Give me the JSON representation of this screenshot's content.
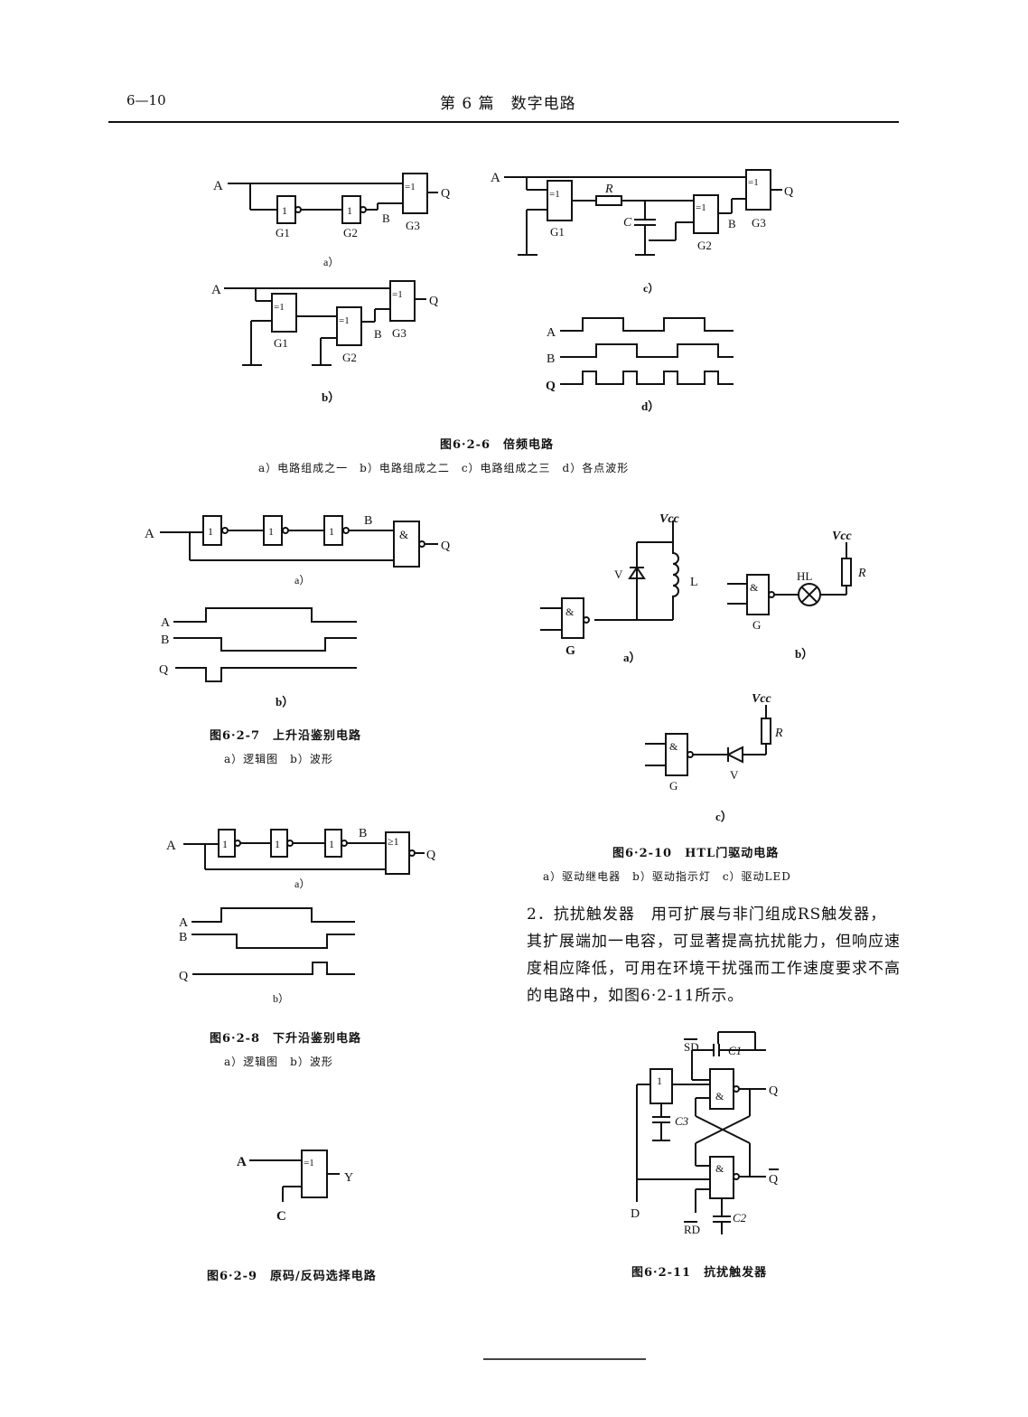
{
  "header": {
    "page_number": "6—10",
    "title": "第 6 篇　数字电路"
  },
  "fig_6_2_6": {
    "caption": "图6·2-6　倍频电路",
    "subcaption": "a）电路组成之一　b）电路组成之二　c）电路组成之三　d）各点波形",
    "panel_a": "a）",
    "panel_b": "b）",
    "panel_c": "c）",
    "panel_d": "d）"
  },
  "fig_6_2_7": {
    "caption": "图6·2-7　上升沿鉴别电路",
    "subcaption": "a）逻辑图　b）波形",
    "panel_a": "a）",
    "panel_b": "b）"
  },
  "fig_6_2_8": {
    "caption": "图6·2-8　下升沿鉴别电路",
    "subcaption": "a）逻辑图　b）波形",
    "panel_a": "a）",
    "panel_b": "b）"
  },
  "fig_6_2_9": {
    "caption": "图6·2-9　原码/反码选择电路"
  },
  "fig_6_2_10": {
    "caption": "图6·2-10　HTL门驱动电路",
    "subcaption": "a）驱动继电器　b）驱动指示灯　c）驱动LED",
    "panel_a": "a）",
    "panel_b": "b）",
    "panel_c": "c）"
  },
  "section": {
    "paragraph": "2．抗扰触发器　用可扩展与非门组成RS触发器，其扩展端加一电容，可显著提高抗扰能力，但响应速度相应降低，可用在环境干扰强而工作速度要求不高的电路中，如图6·2-11所示。"
  },
  "fig_6_2_11": {
    "caption": "图6·2-11　抗扰触发器"
  },
  "labels": {
    "A": "A",
    "B": "B",
    "Q": "Q",
    "C": "C",
    "Y": "Y",
    "D": "D",
    "R": "R",
    "L": "L",
    "V": "V",
    "G": "G",
    "HL": "HL",
    "Vcc": "Vcc",
    "xor": "=1",
    "not": "1",
    "and": "&",
    "or": "≥1",
    "G1": "G1",
    "G2": "G2",
    "G3": "G3",
    "C1": "C1",
    "C2": "C2",
    "C3": "C3",
    "SD": "SD",
    "RD": "RD",
    "Qbar": "Q"
  }
}
